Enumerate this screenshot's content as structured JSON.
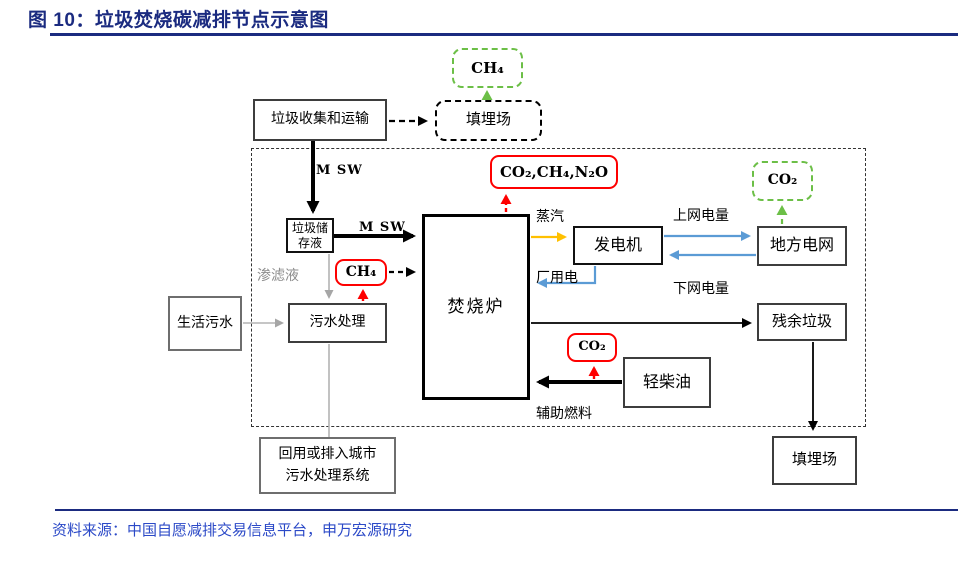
{
  "title": "图 10：垃圾焚烧碳减排节点示意图",
  "source": "资料来源：中国自愿减排交易信息平台，申万宏源研究",
  "colors": {
    "title_navy": "#1b2b80",
    "source_blue": "#2b49c7",
    "emission_red": "#fe0000",
    "bio_green": "#6cbf47",
    "steam_orange": "#ffc000",
    "power_blue": "#5b9bd5",
    "water_gray": "#a6a6a6"
  },
  "diagram": {
    "nodes": {
      "ch4_top": "CH₄",
      "waste_collection": "垃圾收集和运输",
      "landfill_top": "填埋场",
      "waste_storage": "垃圾储存液",
      "ch4_mid": "CH₄",
      "ghg_mix": "CO₂,CH₄,N₂O",
      "incinerator": "焚烧炉",
      "generator": "发电机",
      "co2_grid": "CO₂",
      "local_grid": "地方电网",
      "domestic_sewage": "生活污水",
      "sewage_treatment": "污水处理",
      "residual_waste": "残余垃圾",
      "co2_diesel": "CO₂",
      "light_diesel": "轻柴油",
      "landfill_bottom": "填埋场",
      "reuse_system": "回用或排入城市污水处理系统"
    },
    "labels": {
      "msw_1": "M SW",
      "msw_2": "M SW",
      "leachate": "渗滤液",
      "steam": "蒸汽",
      "grid_export": "上网电量",
      "grid_import": "下网电量",
      "plant_power": "厂用电",
      "aux_fuel": "辅助燃料"
    }
  }
}
